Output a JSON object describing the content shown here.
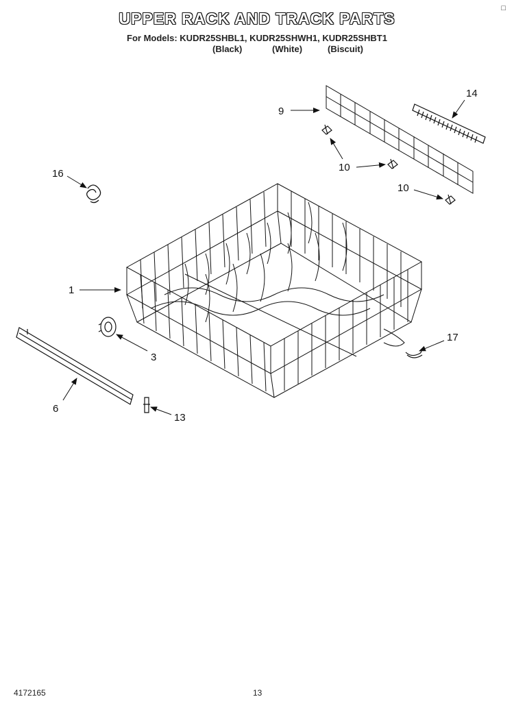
{
  "header": {
    "title": "UPPER RACK AND TRACK PARTS",
    "models_line": "For Models: KUDR25SHBL1, KUDR25SHWH1, KUDR25SHBT1",
    "colors": [
      "(Black)",
      "(White)",
      "(Biscuit)"
    ]
  },
  "callouts": {
    "rack": "1",
    "wheel": "3",
    "track": "6",
    "panel": "9",
    "clip_a": "10",
    "clip_b": "10",
    "stop": "13",
    "bar": "14",
    "clip16": "16",
    "clip17": "17"
  },
  "footer": {
    "part_number": "4172165",
    "page_number": "13"
  }
}
